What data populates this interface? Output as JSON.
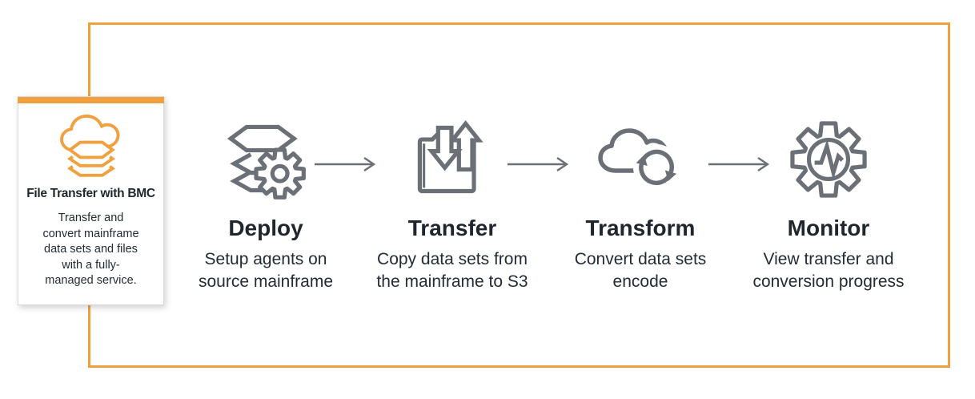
{
  "colors": {
    "accent_orange": "#f0a03e",
    "icon_gray": "#6b7077",
    "text_dark": "#232b35"
  },
  "card": {
    "icon": "cloud-datasets-icon",
    "title": "File Transfer with BMC",
    "description": [
      "Transfer and",
      "convert mainframe",
      "data sets and files",
      "with a fully-",
      "managed service."
    ]
  },
  "steps": [
    {
      "icon": "datasets-gear-icon",
      "title": "Deploy",
      "description": [
        "Setup agents on",
        "source mainframe"
      ]
    },
    {
      "icon": "folder-transfer-icon",
      "title": "Transfer",
      "description": [
        "Copy data sets from",
        "the mainframe to S3"
      ]
    },
    {
      "icon": "cloud-sync-icon",
      "title": "Transform",
      "description": [
        "Convert data sets",
        "encode"
      ]
    },
    {
      "icon": "gear-pulse-icon",
      "title": "Monitor",
      "description": [
        "View transfer and",
        "conversion progress"
      ]
    }
  ],
  "connectors": [
    "arrow-right",
    "arrow-right",
    "arrow-right"
  ]
}
